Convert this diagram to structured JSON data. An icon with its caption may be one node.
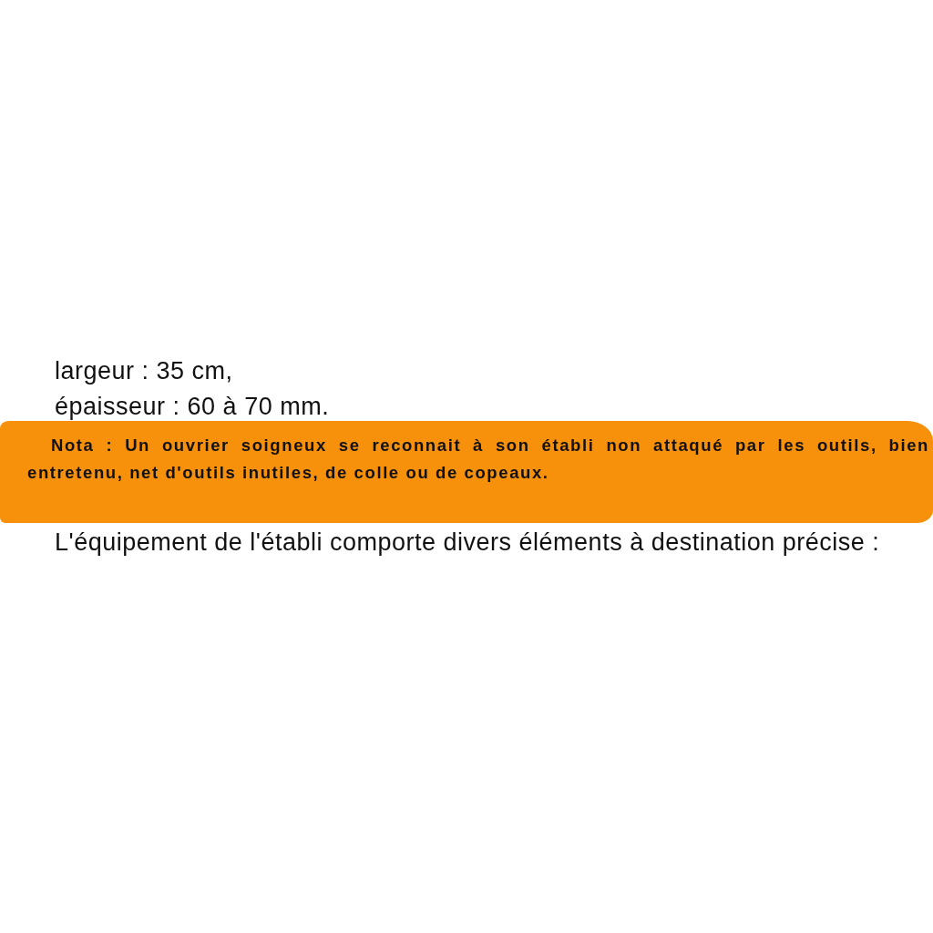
{
  "diagram": {
    "nodes": [
      {
        "text": [
          "Nota : Un ouvrier soigneux se reconnait à son établi non attaqué par les outils, bien entretenu, net d'outils inutiles, de colle ou de copeaux."
        ]
      }
    ],
    "labels": [
      "largeur : 35 cm,",
      "épaisseur : 60 à 70 mm.",
      "L'équipement de l'établi comporte divers éléments à destination précise :"
    ]
  }
}
